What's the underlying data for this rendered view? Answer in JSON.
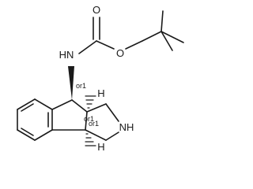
{
  "atoms": {
    "amine_nh": "HN",
    "carbonyl_o": "O",
    "ester_o": "O",
    "ring_nh": "NH",
    "h_top": "H",
    "h_bottom": "H"
  },
  "stereo_labels": {
    "c1": "or1",
    "c3a": "or1",
    "c8b": "or1"
  }
}
